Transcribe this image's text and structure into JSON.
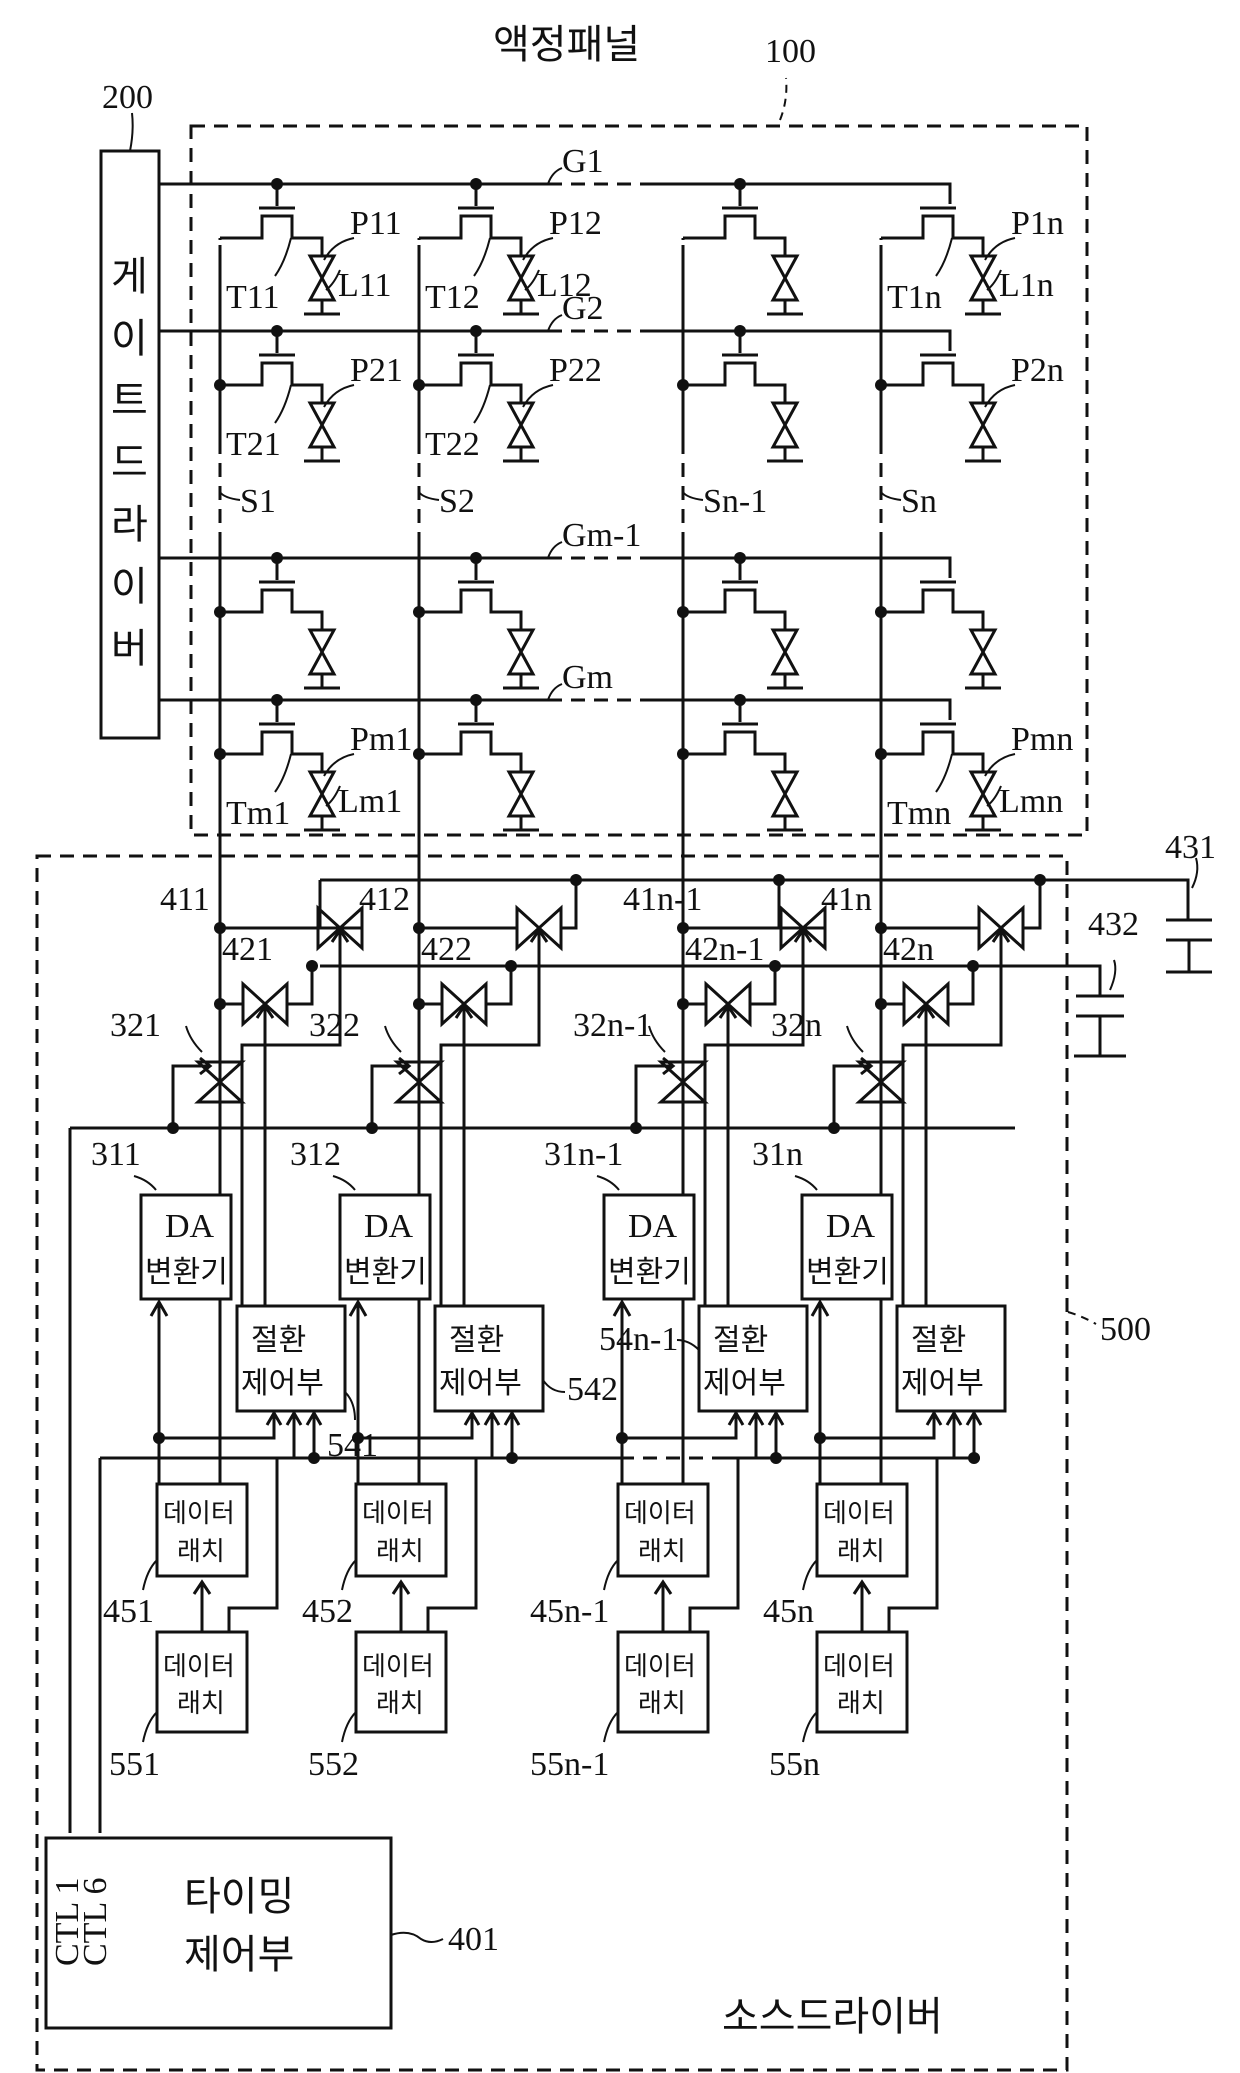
{
  "title": {
    "panel_label": "액정패널",
    "panel_ref": "100",
    "gate_driver_ref": "200",
    "source_driver_ref": "500",
    "source_driver_label": "소스드라이버"
  },
  "gate_driver": {
    "label_chars": [
      "게",
      "이",
      "트",
      "드",
      "라",
      "이",
      "버"
    ]
  },
  "gate_lines": [
    "G1",
    "G2",
    "Gm-1",
    "Gm"
  ],
  "source_lines": [
    "S1",
    "S2",
    "Sn-1",
    "Sn"
  ],
  "pixel_labels": {
    "row1": {
      "pixels": [
        "P11",
        "P12",
        "",
        "P1n"
      ],
      "tfts": [
        "T11",
        "T12",
        "",
        "T1n"
      ],
      "lcs": [
        "L11",
        "L12",
        "",
        "L1n"
      ]
    },
    "row2": {
      "pixels": [
        "P21",
        "P22",
        "",
        "P2n"
      ],
      "tfts": [
        "T21",
        "T22",
        "",
        ""
      ],
      "lcs": [
        "",
        "",
        "",
        ""
      ]
    },
    "row3": {
      "pixels": [
        "",
        "",
        "",
        ""
      ],
      "tfts": [
        "",
        "",
        "",
        ""
      ],
      "lcs": [
        "",
        "",
        "",
        ""
      ]
    },
    "row4": {
      "pixels": [
        "Pm1",
        "",
        "",
        "Pmn"
      ],
      "tfts": [
        "Tm1",
        "",
        "",
        "Tmn"
      ],
      "lcs": [
        "Lm1",
        "",
        "",
        "Lmn"
      ]
    }
  },
  "switches": {
    "first": [
      "411",
      "412",
      "41n-1",
      "41n"
    ],
    "second": [
      "421",
      "422",
      "42n-1",
      "42n"
    ],
    "output": [
      "321",
      "322",
      "32n-1",
      "32n"
    ]
  },
  "capacitors": [
    "431",
    "432"
  ],
  "da_converters": {
    "refs": [
      "311",
      "312",
      "31n-1",
      "31n"
    ],
    "line1": "DA",
    "line2": "변환기"
  },
  "switch_controllers": {
    "refs": [
      "541",
      "542",
      "54n-1",
      ""
    ],
    "line1": "절환",
    "line2": "제어부"
  },
  "data_latches_1": {
    "refs": [
      "451",
      "452",
      "45n-1",
      "45n"
    ],
    "line1": "데이터",
    "line2": "래치"
  },
  "data_latches_2": {
    "refs": [
      "551",
      "552",
      "55n-1",
      "55n"
    ],
    "line1": "데이터",
    "line2": "래치"
  },
  "timing_controller": {
    "ref": "401",
    "line1": "타이밍",
    "line2": "제어부",
    "ctl_first": "CTL 1",
    "ctl_last": "CTL 6"
  }
}
